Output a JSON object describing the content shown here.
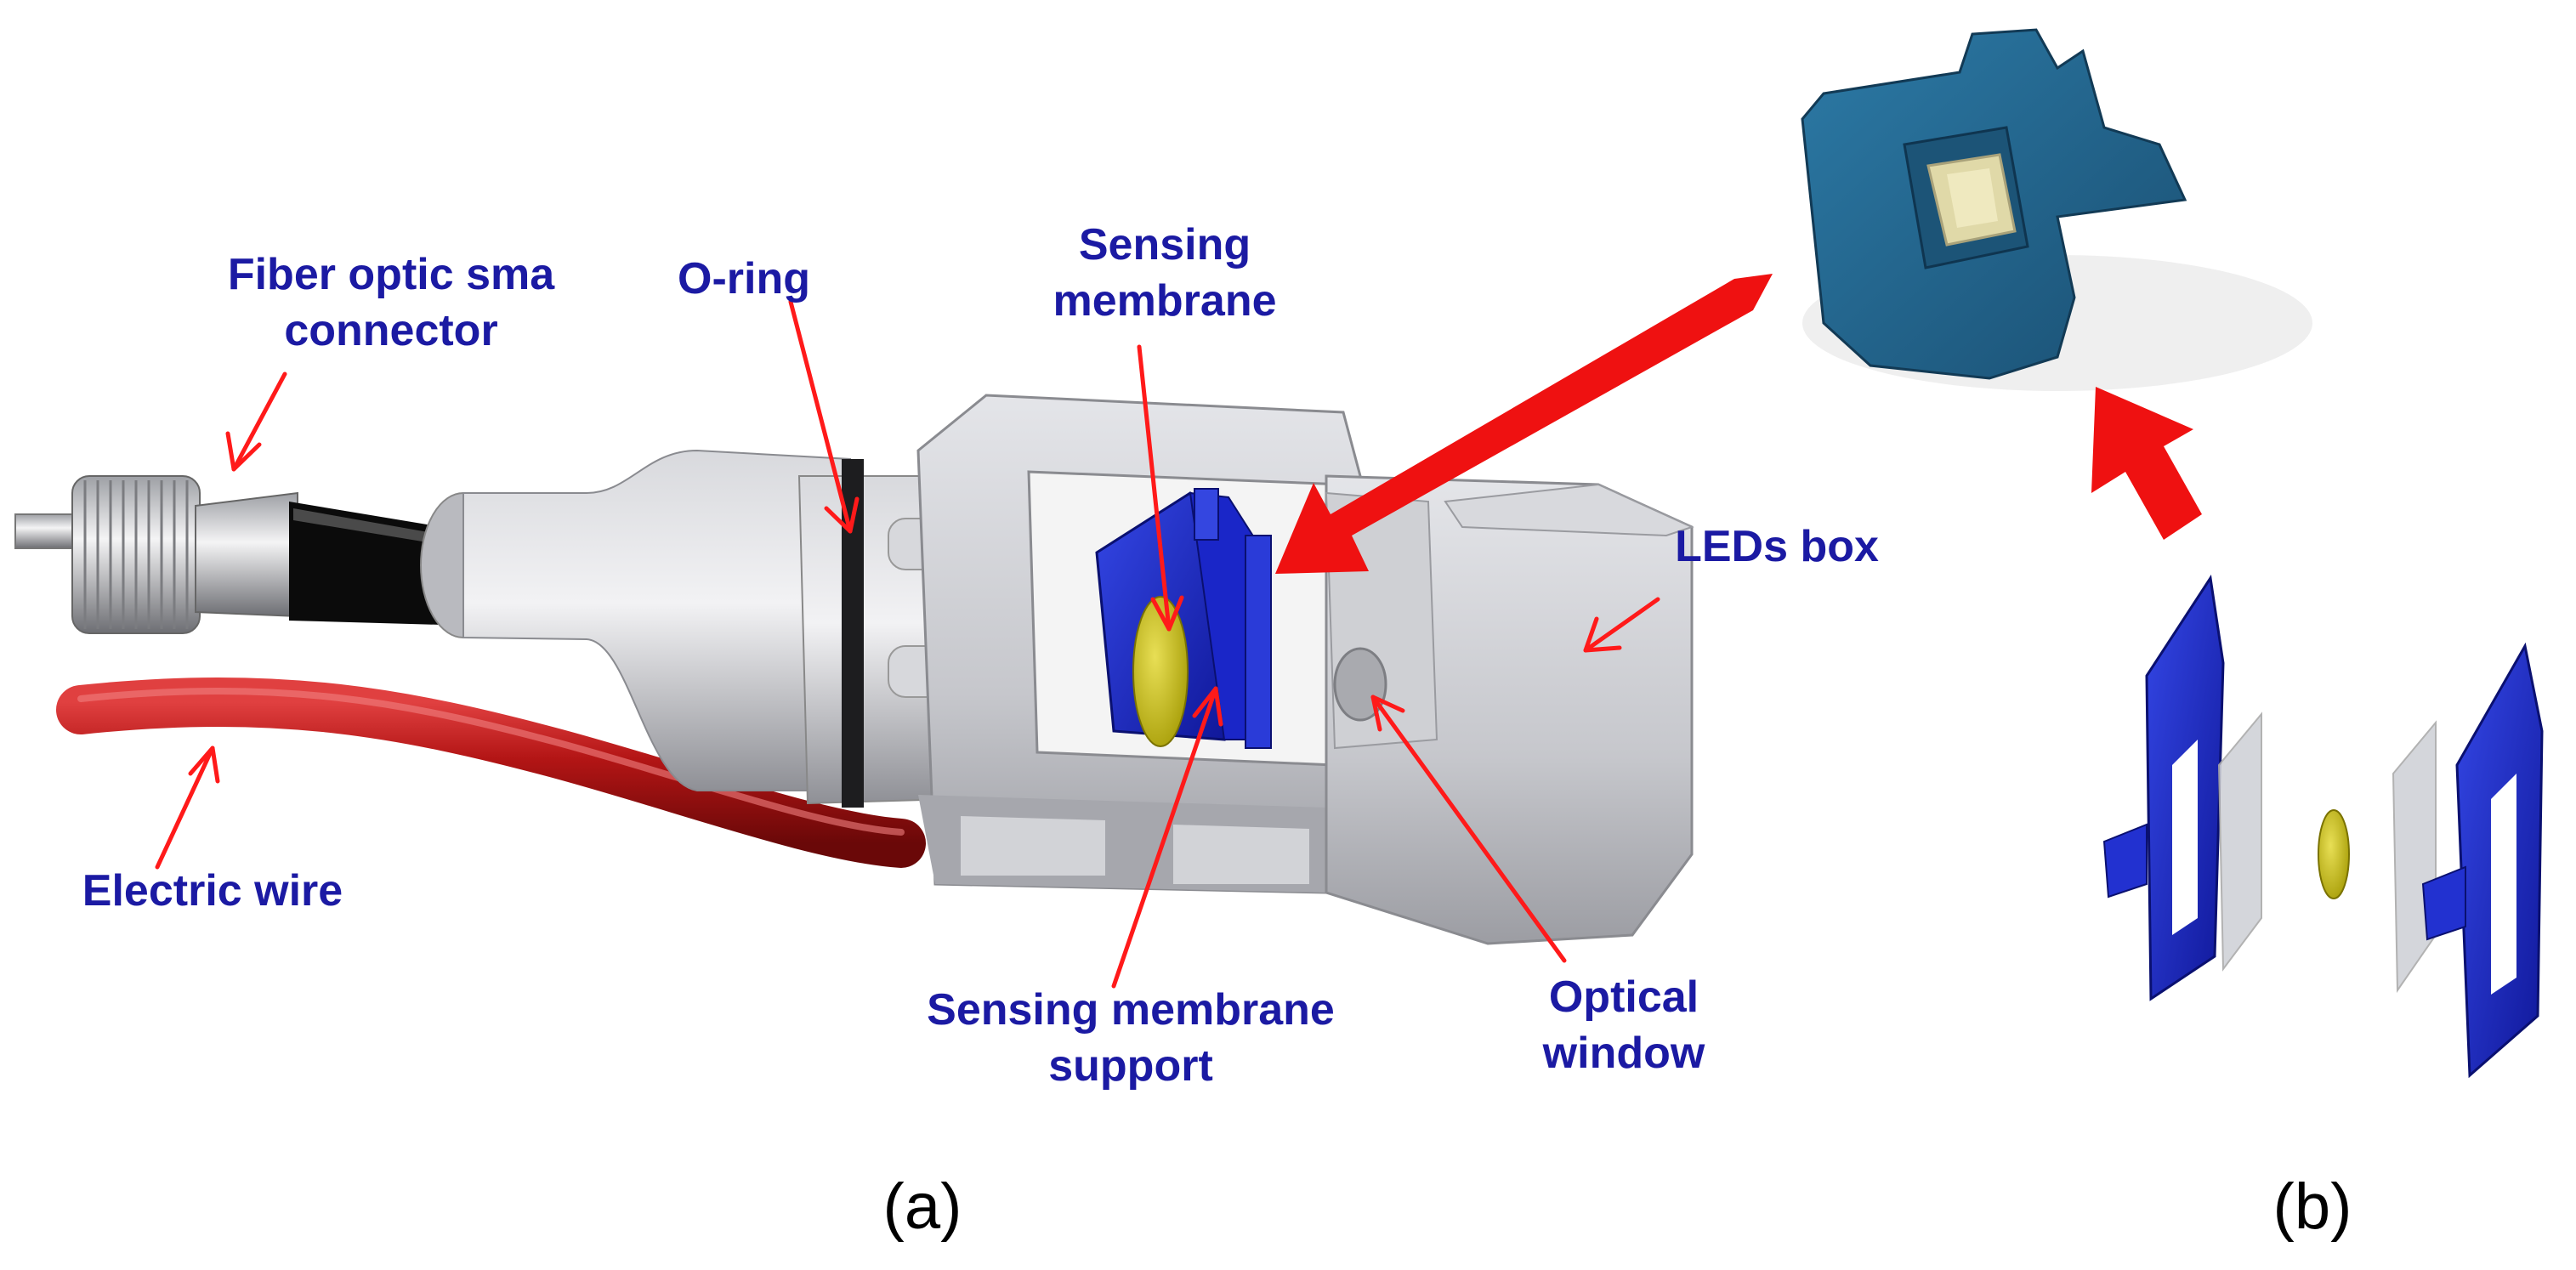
{
  "colors": {
    "label": "#1b1aa3",
    "pointer_arrow": "#ff1a1a",
    "big_arrow": "#ef1111",
    "housing": "#c8c9ce",
    "part_blue": "#1a26c8",
    "membrane": "#c9bf12",
    "wire": "#b01414",
    "print_blue": "#1f5f86"
  },
  "labels": {
    "fiber_line1": "Fiber optic sma",
    "fiber_line2": "connector",
    "oring": "O-ring",
    "membrane_line1": "Sensing",
    "membrane_line2": "membrane",
    "leds": "LEDs box",
    "wire": "Electric wire",
    "support_line1": "Sensing membrane",
    "support_line2": "support",
    "window_line1": "Optical",
    "window_line2": "window"
  },
  "panels": {
    "a": "(a)",
    "b": "(b)"
  }
}
